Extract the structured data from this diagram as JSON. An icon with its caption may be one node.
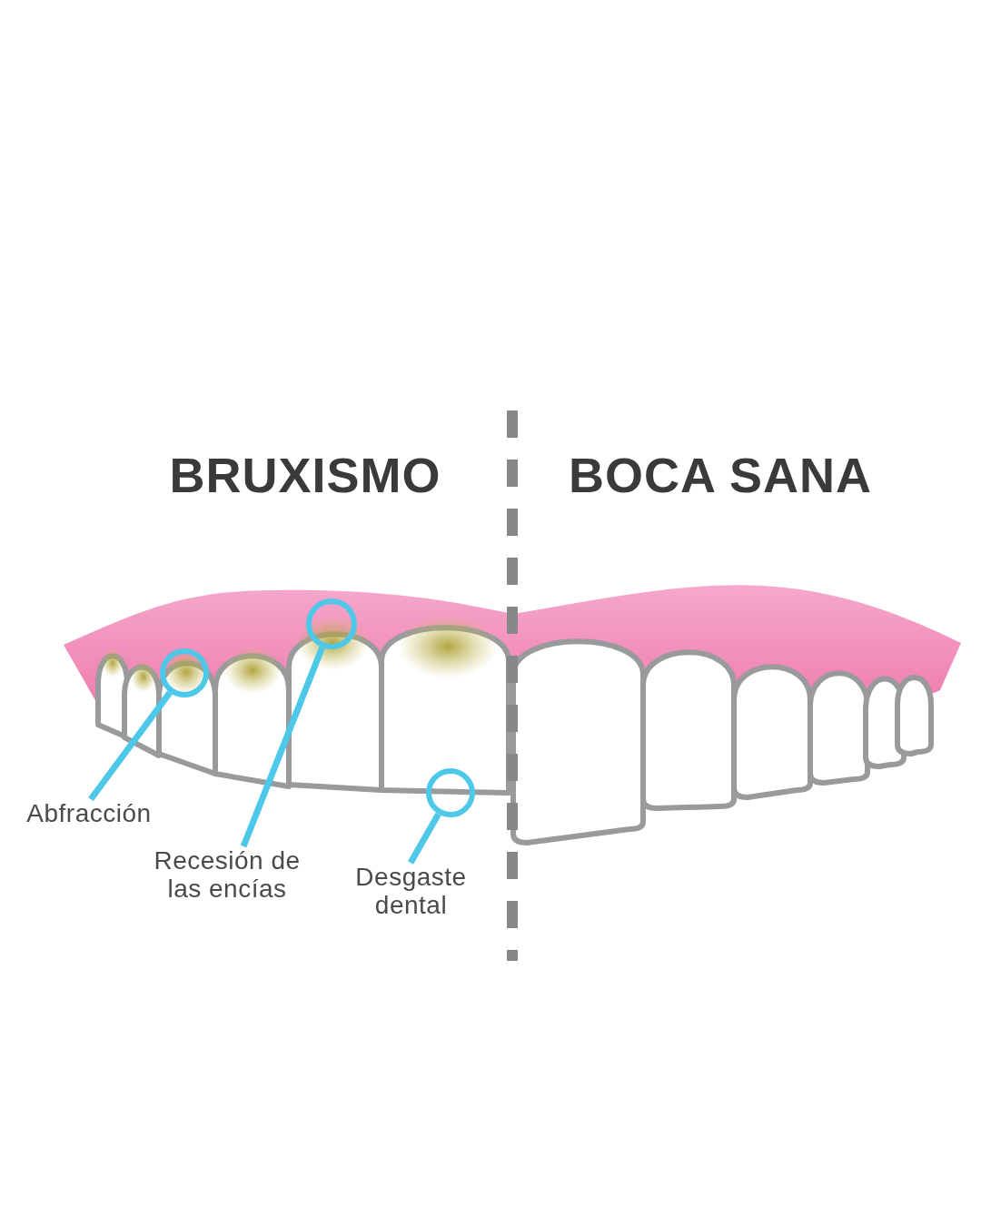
{
  "diagram": {
    "nodes": [
      {
        "text": [
          "Abfracción"
        ]
      },
      {
        "text": [],
        "shape": "circle"
      },
      {
        "text": [
          "Recesión de las encías"
        ]
      },
      {
        "text": [],
        "shape": "circle"
      },
      {
        "text": [
          "Desgaste dental"
        ]
      },
      {
        "text": [],
        "shape": "circle"
      }
    ],
    "edges": [
      {
        "from": 0,
        "to": 1,
        "arrow": "none"
      },
      {
        "from": 2,
        "to": 3,
        "arrow": "none"
      },
      {
        "from": 4,
        "to": 5,
        "arrow": "none"
      }
    ],
    "labels": [
      "BRUXISMO",
      "BOCA SANA"
    ]
  }
}
